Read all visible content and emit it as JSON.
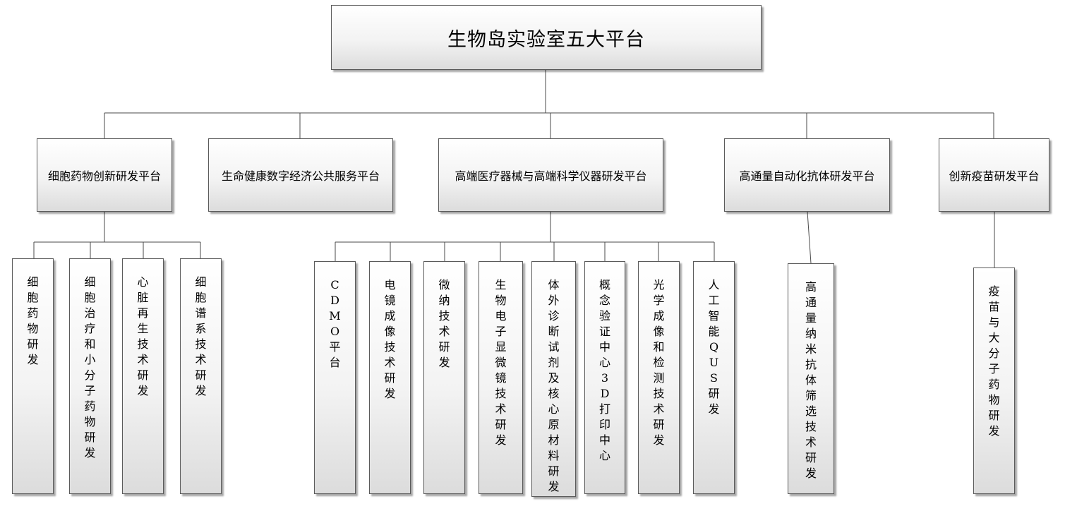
{
  "title": "生物岛实验室五大平台",
  "platforms": [
    {
      "label": "细胞药物创新研发平台",
      "children": [
        "细胞药物研发",
        "细胞治疗和小分子药物研发",
        "心脏再生技术研发",
        "细胞谱系技术研发"
      ]
    },
    {
      "label": "生命健康数字经济公共服务平台",
      "children": []
    },
    {
      "label": "高端医疗器械与高端科学仪器研发平台",
      "children": [
        "CDMO平台",
        "电镜成像技术研发",
        "微纳技术研发",
        "生物电子显微镜技术研发",
        "体外诊断试剂及核心原材料研发",
        "概念验证中心 3D打印中心",
        "光学成像和检测技术研发",
        "人工智能QUS研发"
      ]
    },
    {
      "label": "高通量自动化抗体研发平台",
      "children": [
        "高通量纳米抗体筛选技术研发"
      ]
    },
    {
      "label": "创新疫苗研发平台",
      "children": [
        "疫苗与大分子药物研发"
      ]
    }
  ]
}
